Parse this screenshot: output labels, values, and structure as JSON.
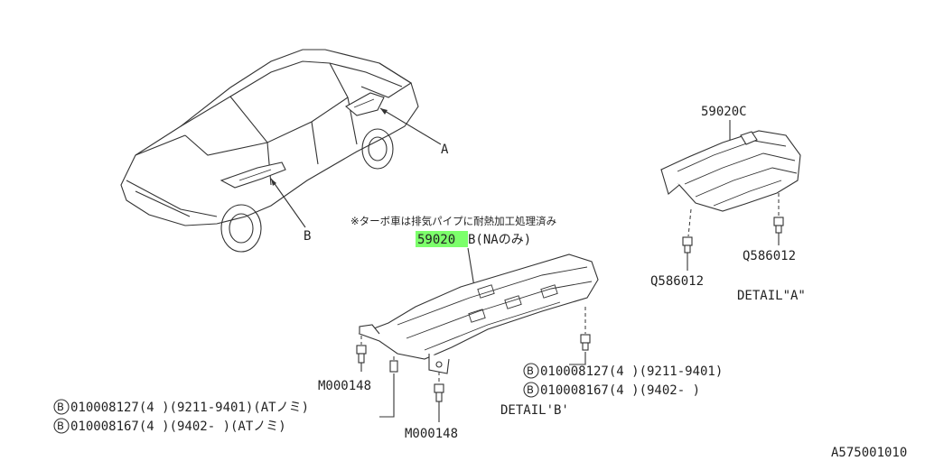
{
  "callouts": {
    "a": "A",
    "b": "B"
  },
  "note": "※ターボ車は排気パイプに耐熱加工処理済み",
  "part_b": {
    "number": "59020",
    "suffix": "B(NAのみ)"
  },
  "part_c": "59020C",
  "detail_a": {
    "title": "DETAIL\"A\"",
    "fastener_left": "Q586012",
    "fastener_right": "Q586012"
  },
  "detail_b": {
    "title": "DETAIL'B'",
    "nut_left": "M000148",
    "nut_bottom": "M000148",
    "right_refs": [
      {
        "circle": "B",
        "text": "010008127(4 )(9211-9401)"
      },
      {
        "circle": "B",
        "text": "010008167(4 )(9402-       )"
      }
    ],
    "left_refs": [
      {
        "circle": "B",
        "text": "010008127(4 )(9211-9401)(ATノミ)"
      },
      {
        "circle": "B",
        "text": "010008167(4 )(9402-       )(ATノミ)"
      }
    ]
  },
  "figure_code": "A575001010",
  "colors": {
    "highlight": "#7cff6b",
    "ink": "#333333"
  }
}
